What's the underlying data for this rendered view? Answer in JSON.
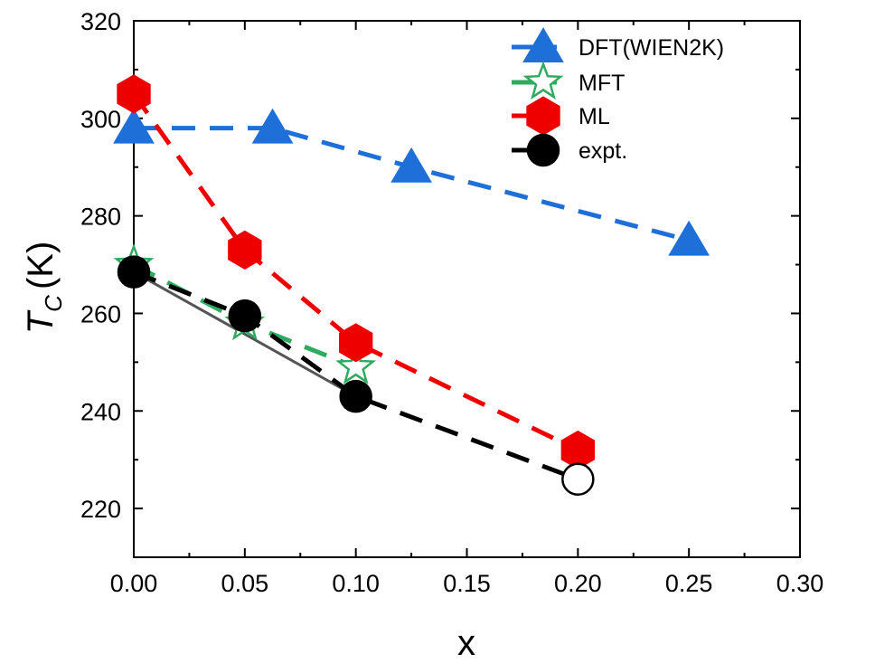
{
  "chart_data": {
    "type": "line",
    "xlabel": "x",
    "ylabel_main": "T",
    "ylabel_sub": "C",
    "ylabel_unit": "(K)",
    "xlim": [
      0,
      0.3
    ],
    "ylim": [
      210,
      320
    ],
    "xticks": [
      "0.00",
      "0.05",
      "0.10",
      "0.15",
      "0.20",
      "0.25",
      "0.30"
    ],
    "yticks": [
      "220",
      "240",
      "260",
      "280",
      "300",
      "320"
    ],
    "legend_position": "top-right",
    "series": [
      {
        "name": "DFT(WIEN2K)",
        "color": "#1f6fd9",
        "marker": "triangle",
        "line": "dashed",
        "points": [
          [
            0.0,
            298
          ],
          [
            0.0625,
            298
          ],
          [
            0.125,
            290
          ],
          [
            0.25,
            275
          ]
        ]
      },
      {
        "name": "MFT",
        "color": "#2eab5f",
        "marker": "star-open",
        "line": "dashed",
        "points": [
          [
            0.0,
            270
          ],
          [
            0.05,
            258
          ],
          [
            0.1,
            249
          ]
        ]
      },
      {
        "name": "ML",
        "color": "#ee0000",
        "marker": "hexagon",
        "line": "dashed",
        "points": [
          [
            0.0,
            305
          ],
          [
            0.05,
            273
          ],
          [
            0.1,
            254
          ],
          [
            0.2,
            232
          ]
        ]
      },
      {
        "name": "expt.",
        "color": "#000000",
        "marker": "circle",
        "line": "dashed",
        "points": [
          [
            0.0,
            268.5
          ],
          [
            0.05,
            259.5
          ],
          [
            0.1,
            243
          ],
          [
            0.2,
            226
          ]
        ],
        "open_last": true
      }
    ],
    "fit_line": {
      "color": "#555555",
      "points": [
        [
          0.0,
          268.5
        ],
        [
          0.1,
          243
        ]
      ]
    }
  }
}
